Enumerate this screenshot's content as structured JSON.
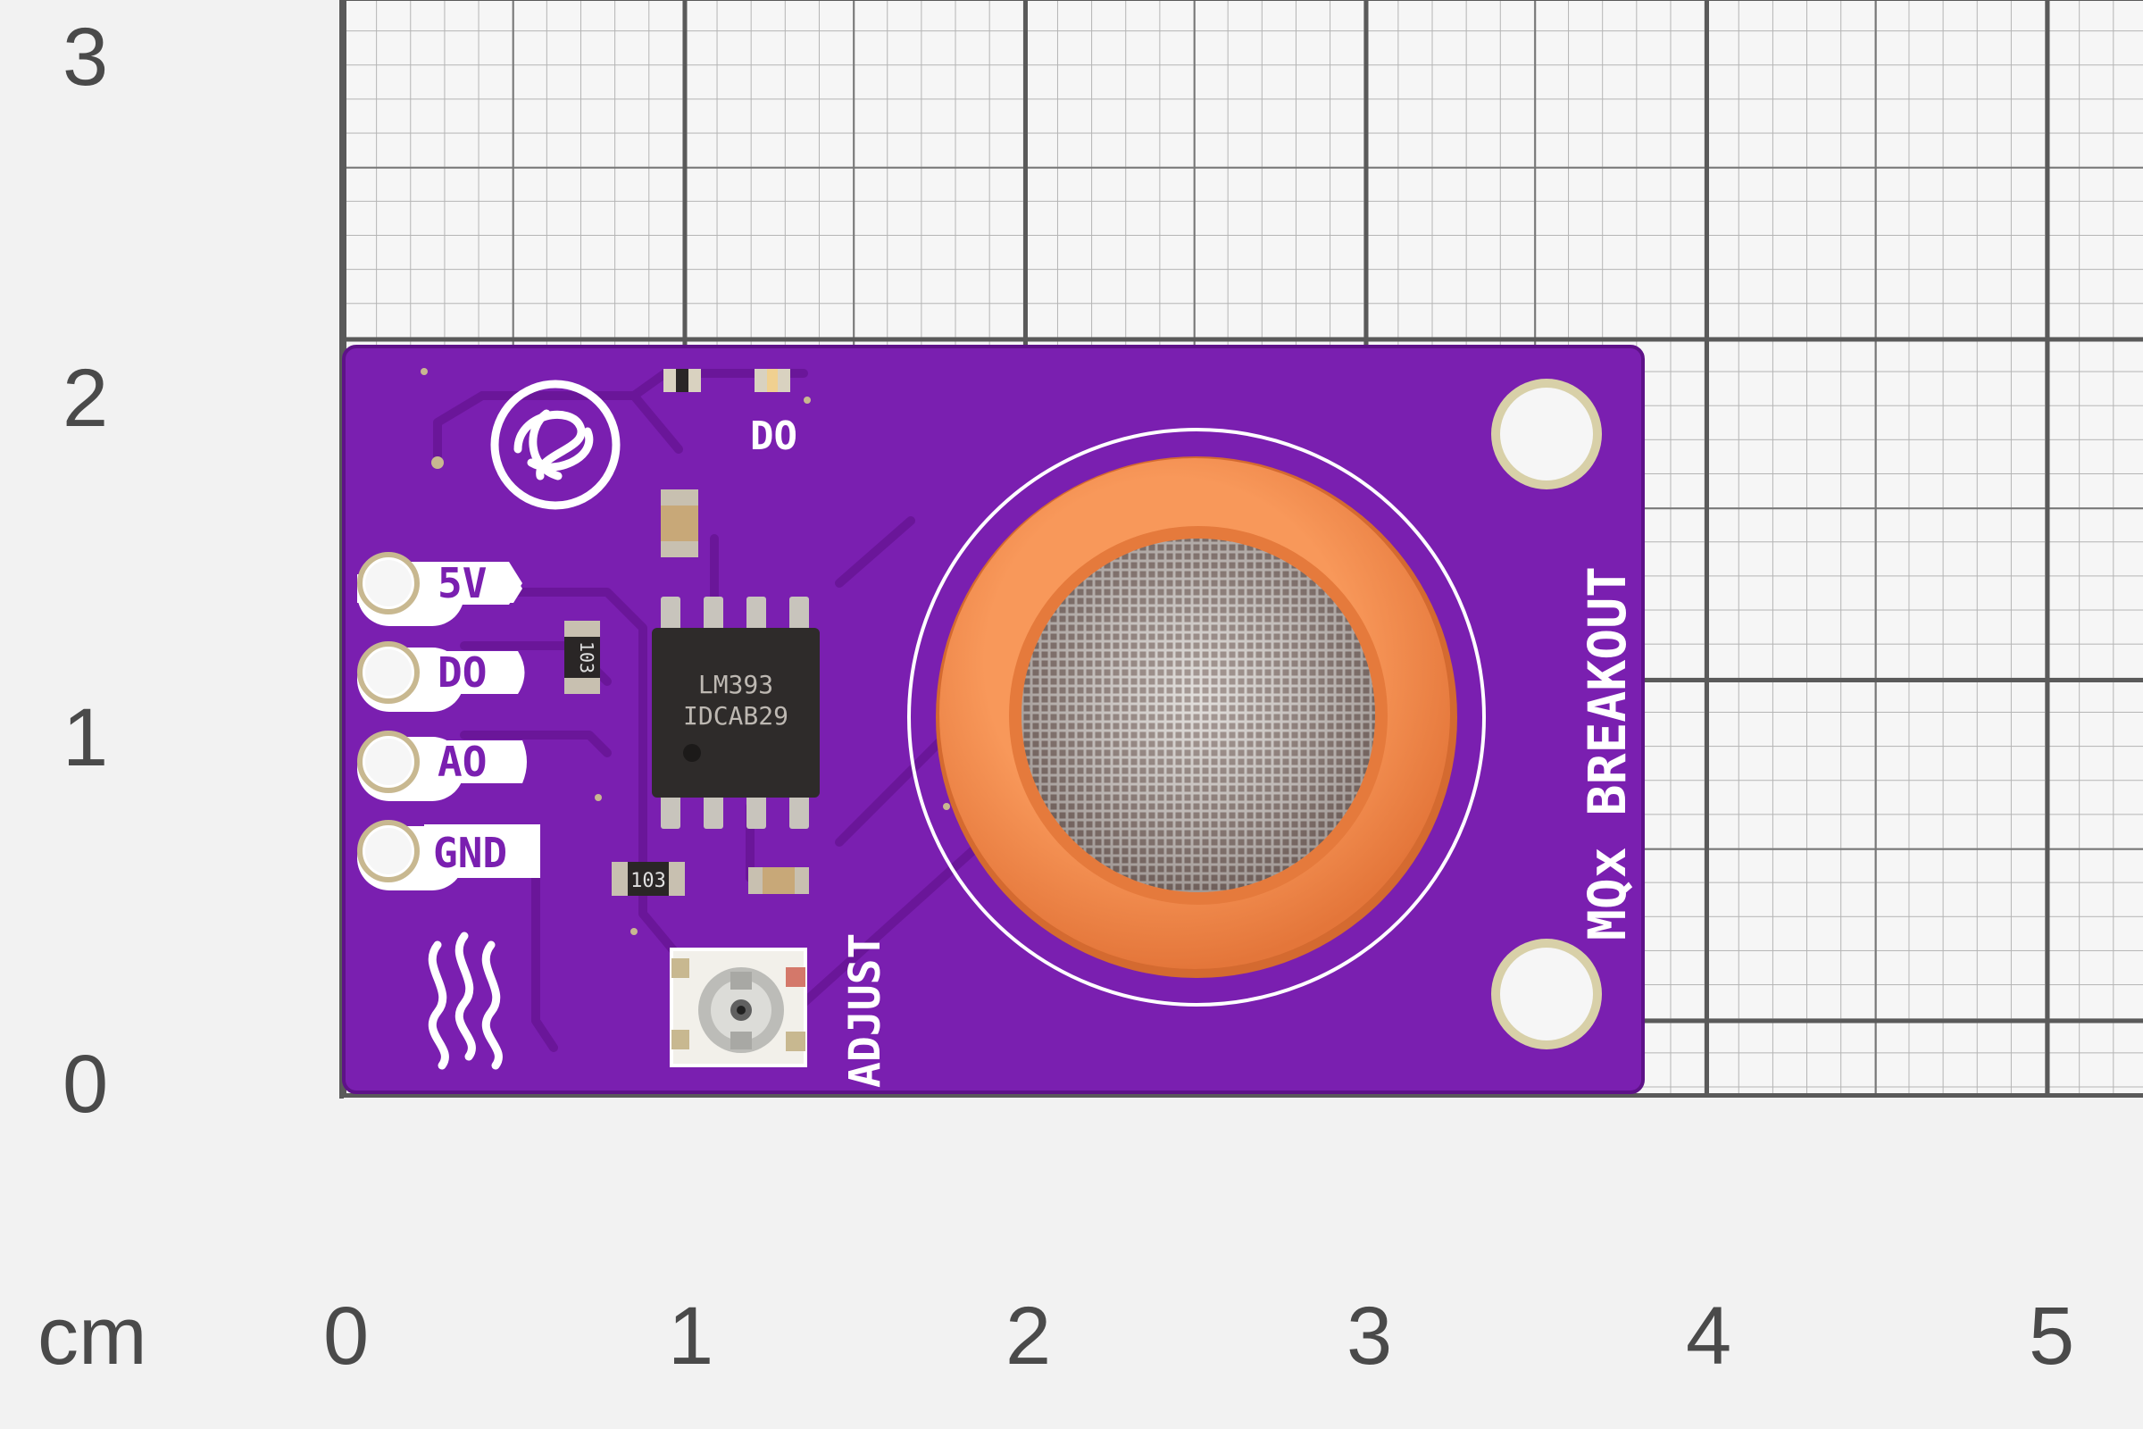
{
  "ruler": {
    "unit": "cm",
    "x_ticks": [
      "0",
      "1",
      "2",
      "3",
      "4",
      "5"
    ],
    "y_ticks": [
      "3",
      "2",
      "1",
      "0"
    ]
  },
  "board": {
    "title": "MQx BREAKOUT",
    "chip_line1": "LM393",
    "chip_line2": "IDCAB29",
    "led_label": "DO",
    "trim_label": "ADJUST",
    "resistor_code_1": "103",
    "resistor_code_2": "103",
    "pins": [
      {
        "label": "5V"
      },
      {
        "label": "DO"
      },
      {
        "label": "AO"
      },
      {
        "label": "GND"
      }
    ],
    "colors": {
      "pcb": "#7a1fb0",
      "sensor_ring": "#f5894a",
      "silkscreen": "#ffffff",
      "grid_bg": "#f6f6f6"
    }
  }
}
